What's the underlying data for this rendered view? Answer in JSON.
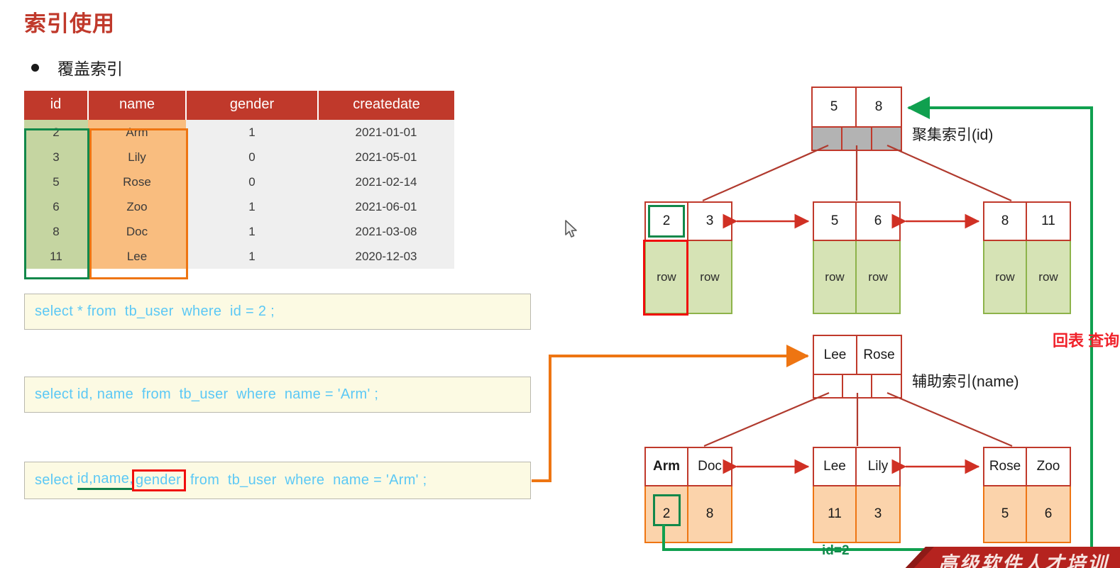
{
  "title": "索引使用",
  "bullet": {
    "label": "覆盖索引"
  },
  "table": {
    "headers": [
      "id",
      "name",
      "gender",
      "createdate"
    ],
    "rows": [
      {
        "id": "2",
        "name": "Arm",
        "gender": "1",
        "createdate": "2021-01-01"
      },
      {
        "id": "3",
        "name": "Lily",
        "gender": "0",
        "createdate": "2021-05-01"
      },
      {
        "id": "5",
        "name": "Rose",
        "gender": "0",
        "createdate": "2021-02-14"
      },
      {
        "id": "6",
        "name": "Zoo",
        "gender": "1",
        "createdate": "2021-06-01"
      },
      {
        "id": "8",
        "name": "Doc",
        "gender": "1",
        "createdate": "2021-03-08"
      },
      {
        "id": "11",
        "name": "Lee",
        "gender": "1",
        "createdate": "2020-12-03"
      }
    ],
    "highlight_id_color": "#12884a",
    "highlight_name_color": "#ee7512"
  },
  "sql": {
    "q1": "select * from  tb_user  where  id = 2 ;",
    "q2": "select id, name  from  tb_user  where  name = 'Arm' ;",
    "q3": {
      "prefix": "select ",
      "underlined": "id,name,",
      "boxed": "gender",
      "suffix": " from  tb_user  where  name = 'Arm' ;"
    }
  },
  "clustered_index": {
    "label": "聚集索引(id)",
    "root": {
      "keys": [
        "5",
        "8"
      ],
      "pointer_slots": 3,
      "pointer_fill": "gray"
    },
    "leaves": [
      {
        "keys": [
          "2",
          "3"
        ],
        "rows": [
          "row",
          "row"
        ],
        "highlight_key": "2",
        "highlight_key_color": "#12884a",
        "highlight_row_color": "#f00d0d"
      },
      {
        "keys": [
          "5",
          "6"
        ],
        "rows": [
          "row",
          "row"
        ]
      },
      {
        "keys": [
          "8",
          "11"
        ],
        "rows": [
          "row",
          "row"
        ]
      }
    ]
  },
  "secondary_index": {
    "label": "辅助索引(name)",
    "root": {
      "keys": [
        "Lee",
        "Rose"
      ],
      "pointer_slots": 3,
      "pointer_fill": "white"
    },
    "leaves": [
      {
        "keys": [
          "Arm",
          "Doc"
        ],
        "ids": [
          "2",
          "8"
        ],
        "highlight_id": "2",
        "highlight_id_color": "#12884a"
      },
      {
        "keys": [
          "Lee",
          "Lily"
        ],
        "ids": [
          "11",
          "3"
        ]
      },
      {
        "keys": [
          "Rose",
          "Zoo"
        ],
        "ids": [
          "5",
          "6"
        ]
      }
    ]
  },
  "annotations": {
    "huibiao": "回表 查询",
    "id_eq_2": "id=2"
  },
  "watermark": {
    "text": "高级软件人才培训"
  },
  "colors": {
    "title_red": "#c0392b",
    "header_red": "#c0392b",
    "green": "#12884a",
    "orange": "#ee7512",
    "node_border": "#c0392b",
    "sql_text": "#5bc8f5",
    "sql_bg": "#fcfae3",
    "leaf_green_bg": "#d6e3b5",
    "leaf_orange_bg": "#fbd3ab"
  }
}
